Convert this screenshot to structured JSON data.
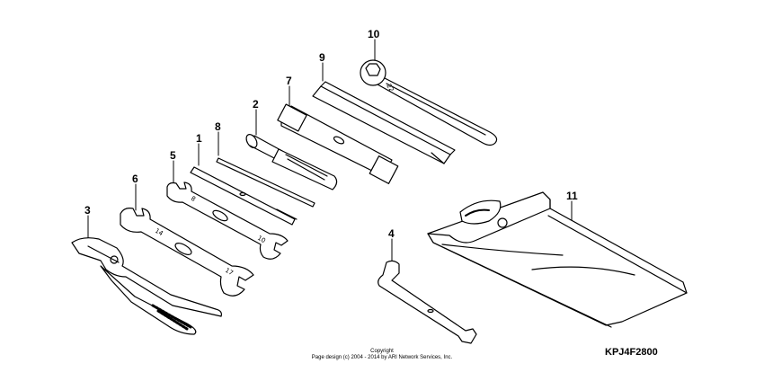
{
  "callouts": {
    "c1": "1",
    "c2": "2",
    "c3": "3",
    "c4": "4",
    "c5": "5",
    "c6": "6",
    "c7": "7",
    "c8": "8",
    "c9": "9",
    "c10": "10",
    "c11": "11"
  },
  "copyright": {
    "line1": "Copyright",
    "line2": "Page design (c) 2004 - 2014 by ARI Network Services, Inc."
  },
  "diagram_code": "KPJ4F2800",
  "parts": {
    "wrench10_mark": "22",
    "wrench5_mark_a": "8",
    "wrench5_mark_b": "10",
    "wrench6_mark_a": "14",
    "wrench6_mark_b": "17"
  },
  "colors": {
    "line": "#000000",
    "background": "#ffffff"
  }
}
